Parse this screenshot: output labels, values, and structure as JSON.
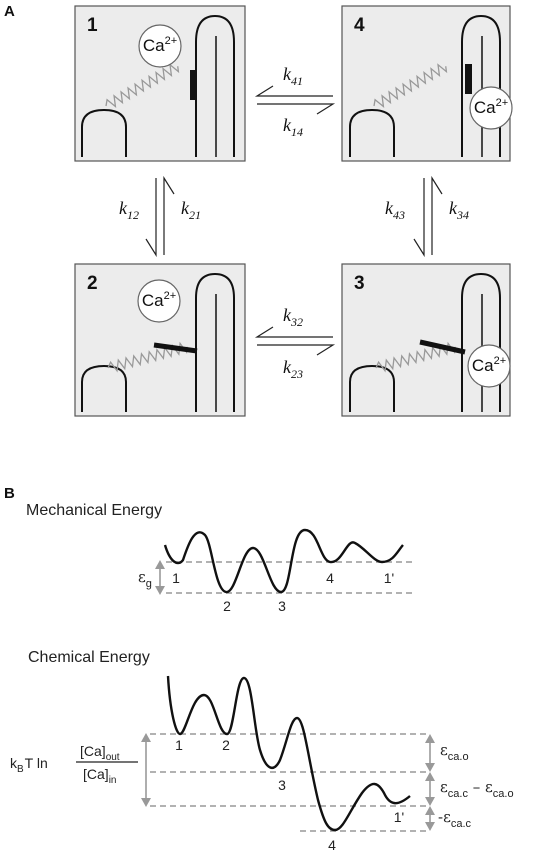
{
  "panel_a": {
    "label": "A",
    "states": [
      {
        "num": "1",
        "ion_base": "Ca",
        "ion_charge": "2+"
      },
      {
        "num": "2",
        "ion_base": "Ca",
        "ion_charge": "2+"
      },
      {
        "num": "3",
        "ion_base": "Ca",
        "ion_charge": "2+"
      },
      {
        "num": "4",
        "ion_base": "Ca",
        "ion_charge": "2+"
      }
    ],
    "rates": {
      "k41": {
        "base": "k",
        "sub": "41"
      },
      "k14": {
        "base": "k",
        "sub": "14"
      },
      "k12": {
        "base": "k",
        "sub": "12"
      },
      "k21": {
        "base": "k",
        "sub": "21"
      },
      "k43": {
        "base": "k",
        "sub": "43"
      },
      "k34": {
        "base": "k",
        "sub": "34"
      },
      "k32": {
        "base": "k",
        "sub": "32"
      },
      "k23": {
        "base": "k",
        "sub": "23"
      }
    }
  },
  "panel_b": {
    "label": "B",
    "mechanical": {
      "title": "Mechanical Energy",
      "epsilon_base": "ε",
      "epsilon_sub": "g",
      "wells": [
        "1",
        "2",
        "3",
        "4",
        "1'"
      ]
    },
    "chemical": {
      "title": "Chemical Energy",
      "wells": [
        "1",
        "2",
        "3",
        "4",
        "1'"
      ],
      "eq_prefix_base": "k",
      "eq_prefix_sub": "B",
      "eq_prefix_rest": "T ln",
      "eq_num_base": "[Ca]",
      "eq_num_sub": "out",
      "eq_den_base": "[Ca]",
      "eq_den_sub": "in",
      "eps_cao_base": "ε",
      "eps_cao_sub": "ca.o",
      "eps_diff_a_base": "ε",
      "eps_diff_a_sub": "ca.c",
      "eps_diff_minus": " – ",
      "eps_diff_b_base": "ε",
      "eps_diff_b_sub": "ca.o",
      "eps_neg_prefix": "-",
      "eps_neg_base": "ε",
      "eps_neg_sub": "ca.c"
    }
  }
}
